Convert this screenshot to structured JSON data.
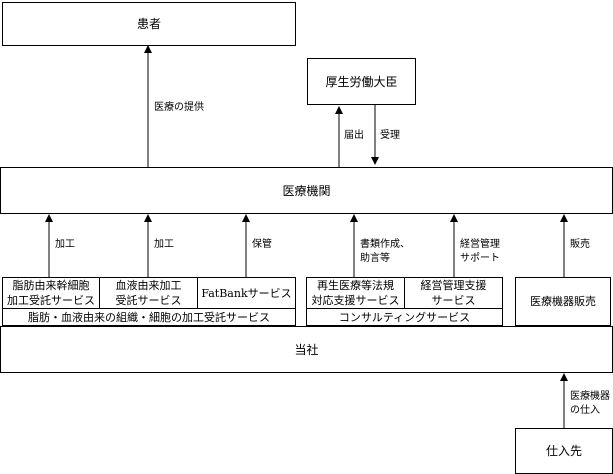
{
  "nodes": {
    "patient": "患者",
    "mhlw": "厚生労働大臣",
    "medical_institution": "医療機関",
    "company": "当社",
    "supplier": "仕入先",
    "stem_cell": [
      "脂肪由来幹細胞",
      "加工受託サービス"
    ],
    "blood": [
      "血液由来加工",
      "受託サービス"
    ],
    "fatbank": "FatBankサービス",
    "regen_law": [
      "再生医療等法規",
      "対応支援サービス"
    ],
    "mgmt": [
      "経営管理支援",
      "サービス"
    ],
    "device_sales": "医療機器販売",
    "group_tissue": "脂肪・血液由来の組織・細胞の加工受託サービス",
    "group_consulting": "コンサルティングサービス"
  },
  "edges": {
    "provide_care": "医療の提供",
    "notify": "届出",
    "accept": "受理",
    "process1": "加工",
    "process2": "加工",
    "storage": "保管",
    "documents": [
      "書類作成、",
      "助言等"
    ],
    "mgmt_support": [
      "経営管理",
      "サポート"
    ],
    "sales": "販売",
    "purchase": [
      "医療機器",
      "の仕入"
    ]
  }
}
